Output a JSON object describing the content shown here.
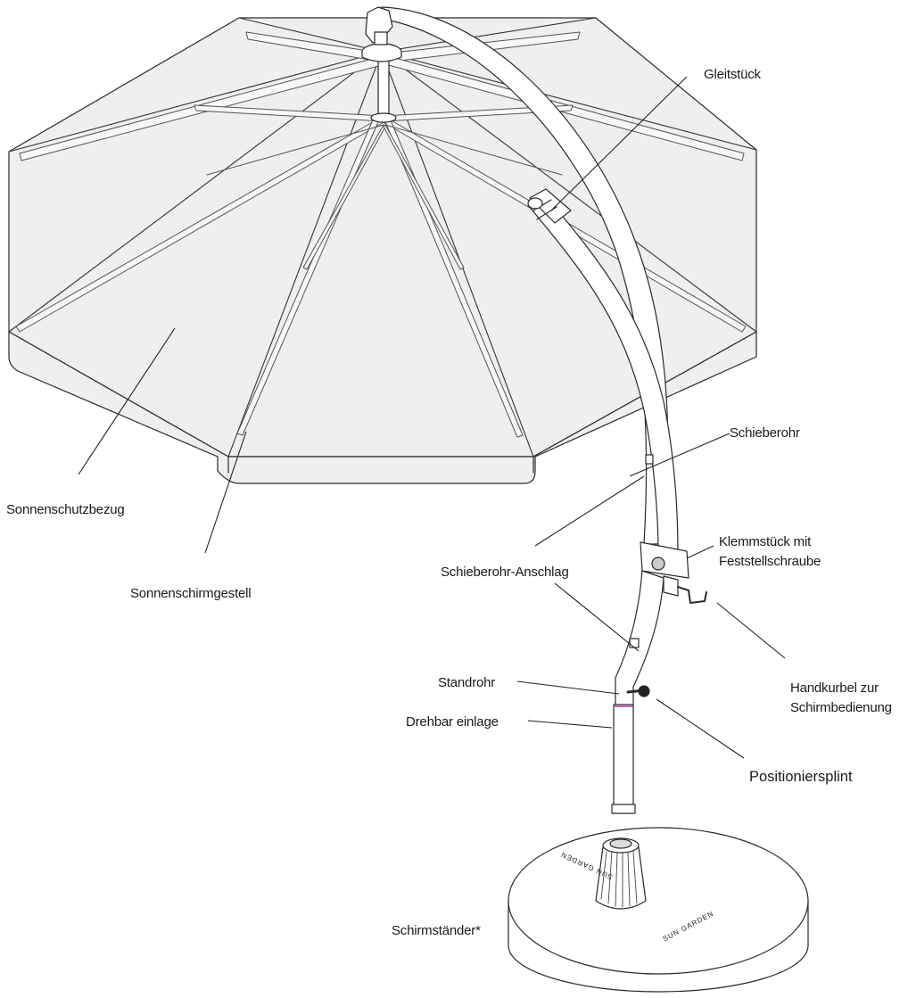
{
  "labels": {
    "gleitstueck": "Gleitstück",
    "schieberohr": "Schieberohr",
    "sonnenschutzbezug": "Sonnenschutzbezug",
    "sonnenschirmgestell": "Sonnenschirmgestell",
    "schieberohr_anschlag": "Schieberohr-Anschlag",
    "klemmstueck_line1": "Klemmstück mit",
    "klemmstueck_line2": "Feststellschraube",
    "handkurbel_line1": "Handkurbel zur",
    "handkurbel_line2": "Schirmbedienung",
    "standrohr": "Standrohr",
    "drehbar_einlage": "Drehbar einlage",
    "positioniersplint": "Positioniersplint",
    "schirmstaender": "Schirmständer*"
  },
  "base_logo_text": "SUN GARDEN"
}
